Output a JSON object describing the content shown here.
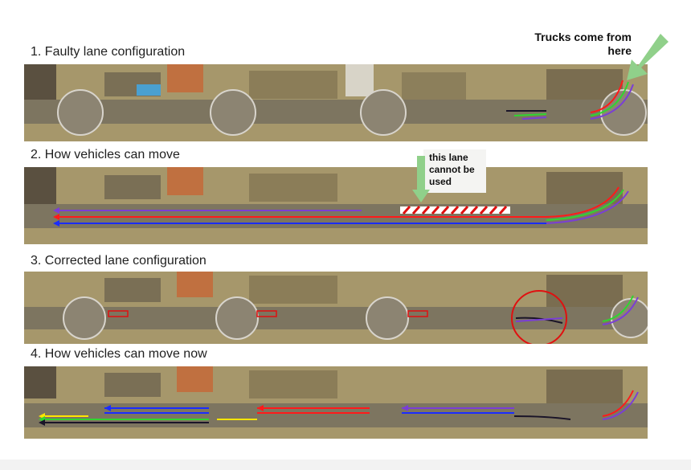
{
  "panels": [
    {
      "title": "1. Faulty lane configuration"
    },
    {
      "title": "2. How vehicles can move"
    },
    {
      "title": "3. Corrected lane configuration"
    },
    {
      "title": "4. How vehicles can move now"
    }
  ],
  "annotations": {
    "trucks": "Trucks come from here",
    "lane": "this lane cannot be used"
  },
  "colors": {
    "blue": "#1a2cff",
    "red": "#ff1a1a",
    "purple": "#7a3ed6",
    "green": "#2fd62f",
    "yellow": "#ffe600",
    "dark": "#1a1428",
    "arrow_green": "#90d08a",
    "highlight_red": "#e01010"
  }
}
